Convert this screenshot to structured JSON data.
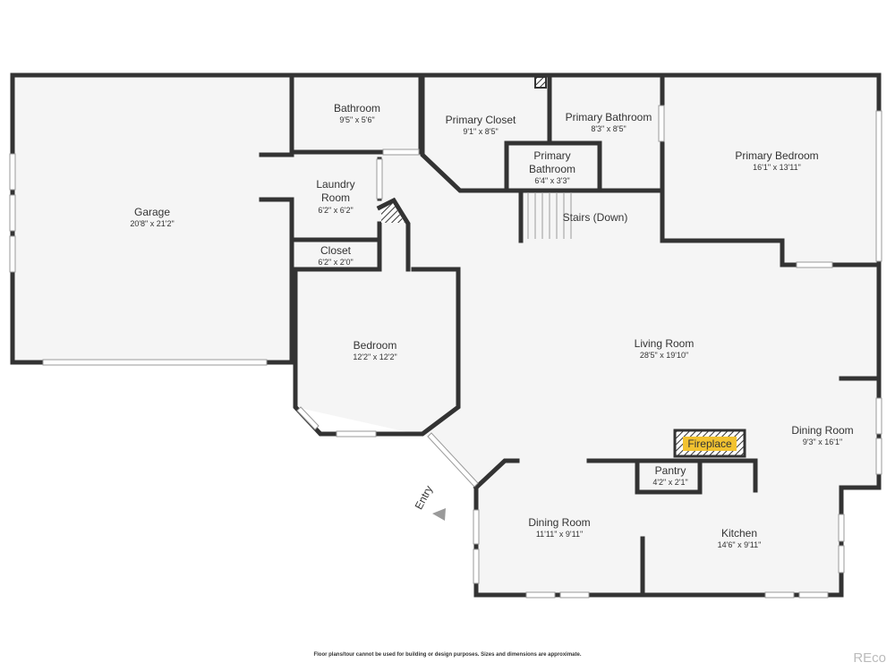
{
  "rooms": {
    "garage": {
      "name": "Garage",
      "dim": "20'8\" x 21'2\""
    },
    "bathroom": {
      "name": "Bathroom",
      "dim": "9'5\" x 5'6\""
    },
    "primary_closet": {
      "name": "Primary Closet",
      "dim": "9'1\" x 8'5\""
    },
    "primary_bathroom": {
      "name": "Primary Bathroom",
      "dim": "8'3\" x 8'5\""
    },
    "primary_bathroom_small": {
      "name_line1": "Primary",
      "name_line2": "Bathroom",
      "dim": "6'4\" x 3'3\""
    },
    "primary_bedroom": {
      "name": "Primary Bedroom",
      "dim": "16'1\" x 13'11\""
    },
    "laundry": {
      "name_line1": "Laundry",
      "name_line2": "Room",
      "dim": "6'2\" x 6'2\""
    },
    "closet": {
      "name": "Closet",
      "dim": "6'2\" x 2'0\""
    },
    "stairs": {
      "name": "Stairs (Down)"
    },
    "bedroom": {
      "name": "Bedroom",
      "dim": "12'2\" x 12'2\""
    },
    "living_room": {
      "name": "Living Room",
      "dim": "28'5\" x 19'10\""
    },
    "dining_room_right": {
      "name": "Dining Room",
      "dim": "9'3\" x 16'1\""
    },
    "fireplace": {
      "name": "Fireplace"
    },
    "pantry": {
      "name": "Pantry",
      "dim": "4'2\" x 2'1\""
    },
    "dining_room_left": {
      "name": "Dining Room",
      "dim": "11'11\" x 9'11\""
    },
    "kitchen": {
      "name": "Kitchen",
      "dim": "14'6\" x 9'11\""
    },
    "entry": {
      "name": "Entry"
    }
  },
  "footer": {
    "disclaimer": "Floor plans/tour cannot be used for building or design purposes. Sizes and dimensions are approximate.",
    "brand": "REco"
  },
  "colors": {
    "wall": "#333333",
    "floor": "#f5f5f5",
    "fireplace_accent": "#f2c230"
  }
}
